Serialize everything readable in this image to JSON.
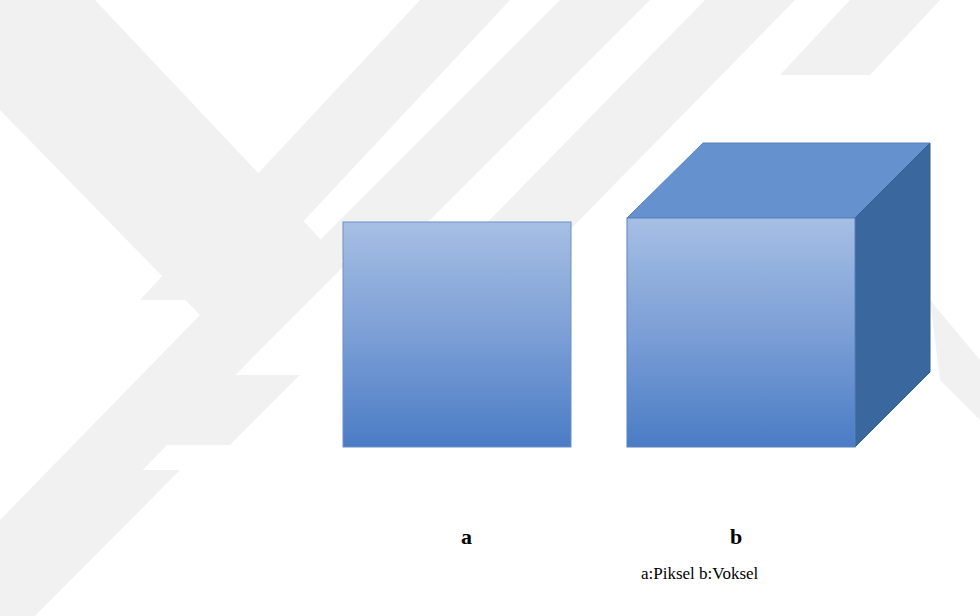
{
  "diagram": {
    "caption": "a:Piksel b:Voksel",
    "labels": [
      "a",
      "b"
    ]
  }
}
